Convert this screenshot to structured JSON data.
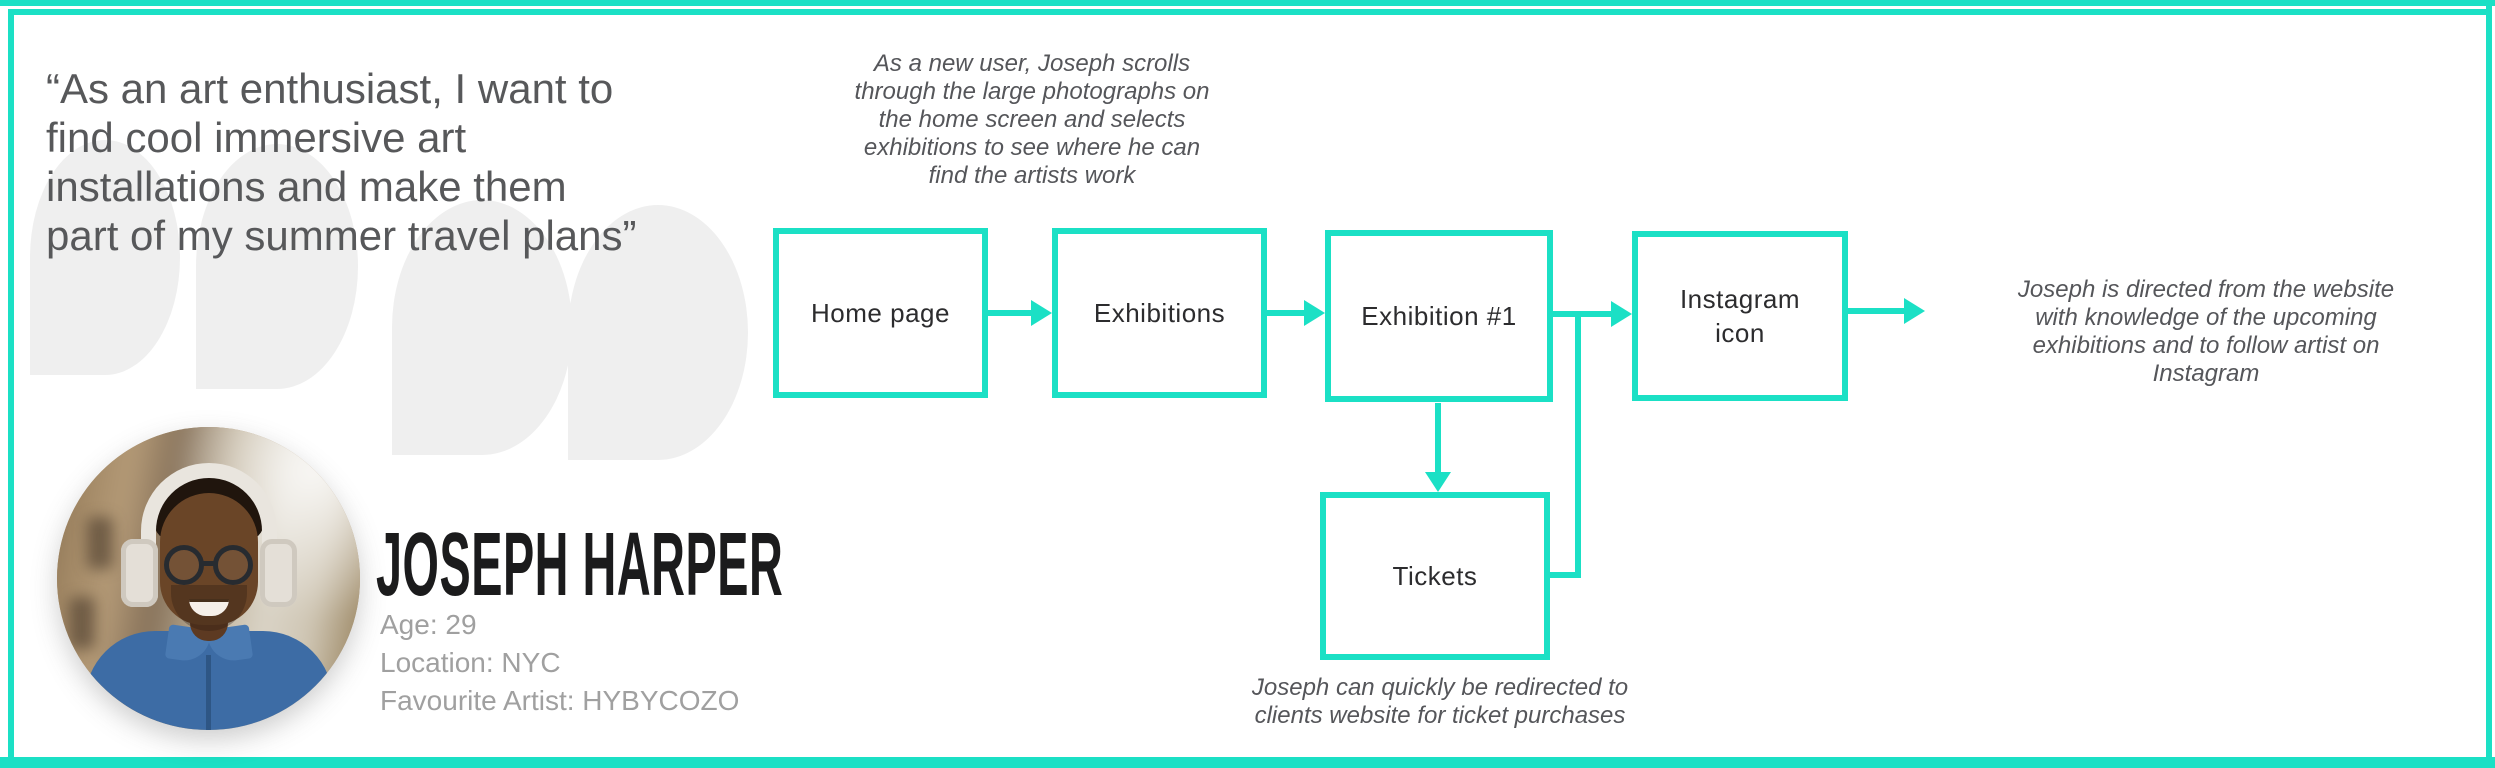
{
  "colors": {
    "accent_teal": "#1BE0C5",
    "box_label_dark": "#2c2c2e",
    "annotation_gray": "#55565a",
    "details_muted_gray": "#a0a0a0",
    "quote_mark_gray": "#efefef"
  },
  "persona": {
    "quote_lines": [
      "“As an art enthusiast, I want to",
      "find cool immersive art",
      "installations and make them",
      "part of my summer travel plans”"
    ],
    "name": "JOSEPH HARPER",
    "details": [
      "Age: 29",
      "Location: NYC",
      "Favourite Artist: HYBYCOZO"
    ]
  },
  "journey": {
    "note_top_lines": [
      "As a new user, Joseph scrolls",
      "through the large photographs on",
      "the home screen and selects",
      "exhibitions to see where he can",
      "find the artists work"
    ],
    "note_right_lines": [
      "Joseph is directed from the website",
      "with knowledge of the upcoming",
      "exhibitions and to follow artist on",
      "Instagram"
    ],
    "note_bottom_lines": [
      "Joseph can quickly be redirected to",
      "clients website for ticket purchases"
    ],
    "steps": {
      "home": "Home page",
      "exhibitions": "Exhibitions",
      "exhibition1": "Exhibition #1",
      "instagram": "Instagram icon",
      "tickets": "Tickets"
    }
  }
}
